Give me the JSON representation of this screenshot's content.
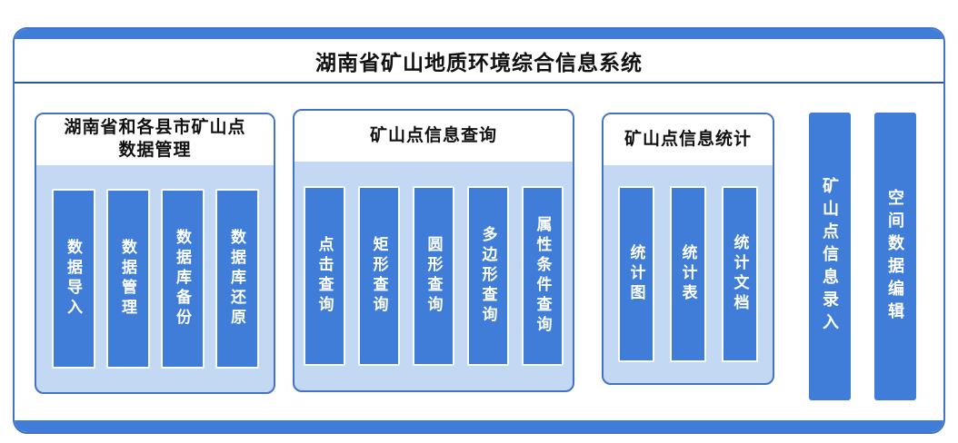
{
  "title": "湖南省矿山地质环境综合信息系统",
  "groups": [
    {
      "title_lines": [
        "湖南省和各县市矿山点",
        "数据管理"
      ],
      "items": [
        "数据导入",
        "数据管理",
        "数据库备份",
        "数据库还原"
      ]
    },
    {
      "title_lines": [
        "矿山点信息查询"
      ],
      "items": [
        "点击查询",
        "矩形查询",
        "圆形查询",
        "多边形查询",
        "属性条件查询"
      ]
    },
    {
      "title_lines": [
        "矿山点信息统计"
      ],
      "items": [
        "统计图",
        "统计表",
        "统计文档"
      ]
    }
  ],
  "standalone": [
    "矿山点信息录入",
    "空间数据编辑"
  ],
  "colors": {
    "bar_blue": "#3F7DD8",
    "group_fill": "#C3D9F3",
    "border_blue": "#4472C4"
  }
}
